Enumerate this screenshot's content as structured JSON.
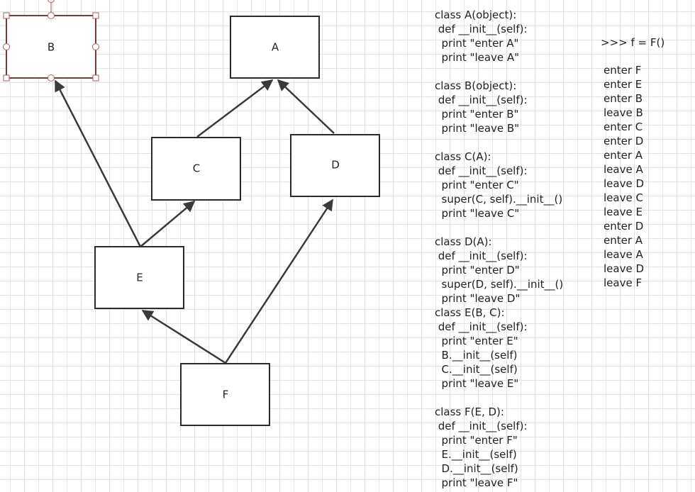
{
  "diagram": {
    "nodes": [
      {
        "id": "B",
        "label": "B",
        "selected": true
      },
      {
        "id": "A",
        "label": "A"
      },
      {
        "id": "C",
        "label": "C"
      },
      {
        "id": "D",
        "label": "D"
      },
      {
        "id": "E",
        "label": "E"
      },
      {
        "id": "F",
        "label": "F"
      }
    ],
    "edges": [
      {
        "from": "C",
        "to": "A"
      },
      {
        "from": "D",
        "to": "A"
      },
      {
        "from": "E",
        "to": "B"
      },
      {
        "from": "E",
        "to": "C"
      },
      {
        "from": "F",
        "to": "E"
      },
      {
        "from": "F",
        "to": "D"
      }
    ]
  },
  "code_lines": [
    "class A(object):",
    " def __init__(self):",
    "  print \"enter A\"",
    "  print \"leave A\"",
    "",
    "class B(object):",
    " def __init__(self):",
    "  print \"enter B\"",
    "  print \"leave B\"",
    "",
    "class C(A):",
    " def __init__(self):",
    "  print \"enter C\"",
    "  super(C, self).__init__()",
    "  print \"leave C\"",
    "",
    "class D(A):",
    " def __init__(self):",
    "  print \"enter D\"",
    "  super(D, self).__init__()",
    "  print \"leave D\"",
    "class E(B, C):",
    " def __init__(self):",
    "  print \"enter E\"",
    "  B.__init__(self)",
    "  C.__init__(self)",
    "  print \"leave E\"",
    "",
    "class F(E, D):",
    " def __init__(self):",
    "  print \"enter F\"",
    "  E.__init__(self)",
    "  D.__init__(self)",
    "  print \"leave F\""
  ],
  "output": {
    "prompt": ">>> f = F()",
    "lines": [
      "enter F",
      "enter E",
      "enter B",
      "leave B",
      "enter C",
      "enter D",
      "enter A",
      "leave A",
      "leave D",
      "leave C",
      "leave E",
      "enter D",
      "enter A",
      "leave A",
      "leave D",
      "leave F"
    ]
  }
}
